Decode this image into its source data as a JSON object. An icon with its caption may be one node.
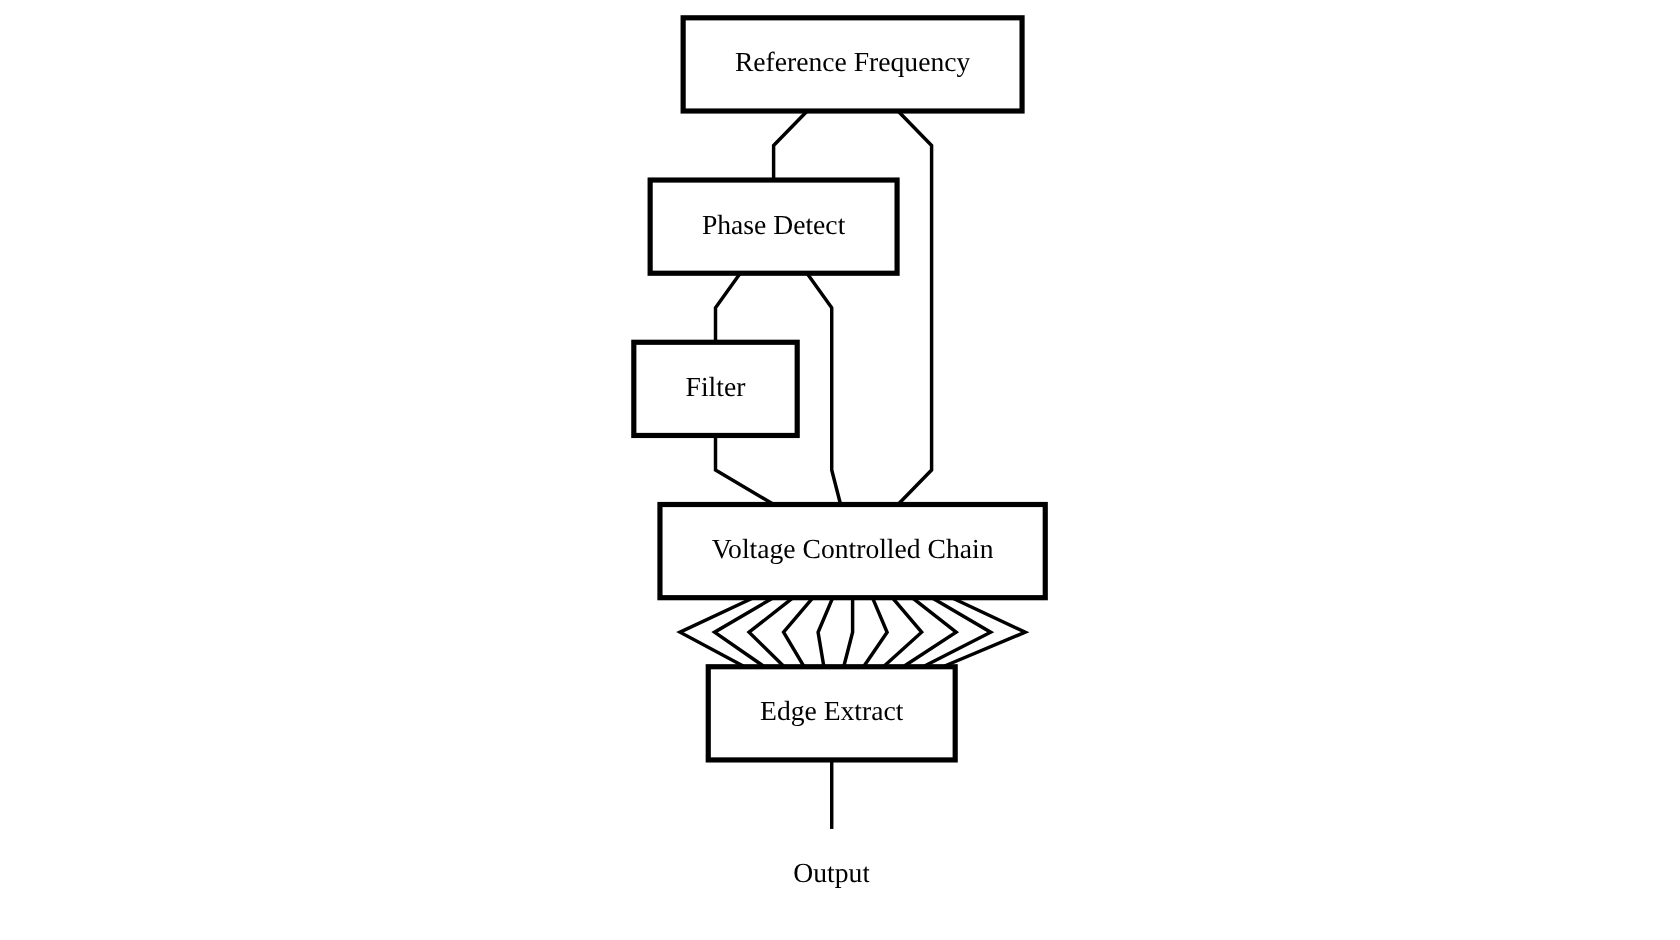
{
  "diagram": {
    "nodes": [
      {
        "text": [
          "Phase Detect"
        ]
      },
      {
        "text": [
          "Filter"
        ]
      },
      {
        "text": [
          "Reference Frequency"
        ]
      },
      {
        "text": [
          "Voltage Controlled Chain"
        ]
      },
      {
        "text": [
          "Edge Extract"
        ]
      },
      {
        "text": [
          "Output"
        ]
      }
    ],
    "edges": [
      {
        "from": 0,
        "to": 1,
        "arrow": "none"
      },
      {
        "from": 1,
        "to": 3,
        "arrow": "none"
      },
      {
        "from": 2,
        "to": 0,
        "arrow": "none"
      },
      {
        "from": 2,
        "to": 3,
        "arrow": "none"
      },
      {
        "from": 3,
        "to": 0,
        "arrow": "none"
      },
      {
        "from": 3,
        "to": 4,
        "arrow": "none"
      },
      {
        "from": 3,
        "to": 4,
        "arrow": "none"
      },
      {
        "from": 3,
        "to": 4,
        "arrow": "none"
      },
      {
        "from": 3,
        "to": 4,
        "arrow": "none"
      },
      {
        "from": 3,
        "to": 4,
        "arrow": "none"
      },
      {
        "from": 3,
        "to": 4,
        "arrow": "none"
      },
      {
        "from": 3,
        "to": 4,
        "arrow": "none"
      },
      {
        "from": 3,
        "to": 4,
        "arrow": "none"
      },
      {
        "from": 3,
        "to": 4,
        "arrow": "none"
      },
      {
        "from": 3,
        "to": 4,
        "arrow": "none"
      },
      {
        "from": 3,
        "to": 4,
        "arrow": "none"
      },
      {
        "from": 4,
        "to": 5,
        "arrow": "none"
      }
    ]
  }
}
